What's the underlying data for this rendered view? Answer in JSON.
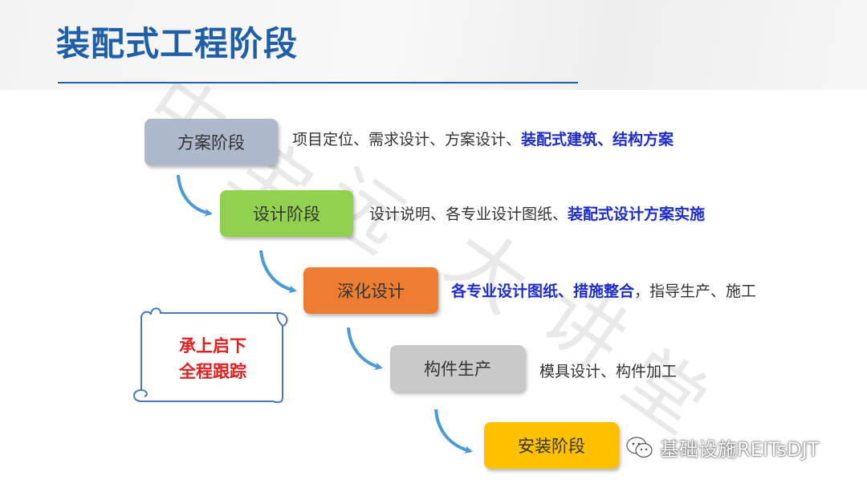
{
  "title": "装配式工程阶段",
  "stages": [
    {
      "label": "方案阶段",
      "color": "#adb9ca",
      "desc_plain": "项目定位、需求设计、方案设计、",
      "desc_highlight": "装配式建筑、结构方案",
      "desc_tail": ""
    },
    {
      "label": "设计阶段",
      "color": "#92d050",
      "desc_plain": "设计说明、各专业设计图纸、",
      "desc_highlight": "装配式设计方案实施",
      "desc_tail": ""
    },
    {
      "label": "深化设计",
      "color": "#ed7d31",
      "desc_plain": "",
      "desc_highlight": "各专业设计图纸、措施整合",
      "desc_tail": "，指导生产、施工"
    },
    {
      "label": "构件生产",
      "color": "#c9c9c9",
      "desc_plain": "模具设计、构件加工",
      "desc_highlight": "",
      "desc_tail": ""
    },
    {
      "label": "安装阶段",
      "color": "#ffc000",
      "desc_plain": "",
      "desc_highlight": "",
      "desc_tail": ""
    }
  ],
  "scroll_note": {
    "line1": "承上启下",
    "line2": "全程跟踪"
  },
  "watermark": [
    "中",
    "宝",
    "远",
    "大",
    "讲",
    "堂"
  ],
  "source_label": "基础设施REITsDJT",
  "colors": {
    "title": "#1f5fa8",
    "highlight": "#1e2cc8",
    "note": "#e02020",
    "arrow": "#4a9ad8"
  }
}
